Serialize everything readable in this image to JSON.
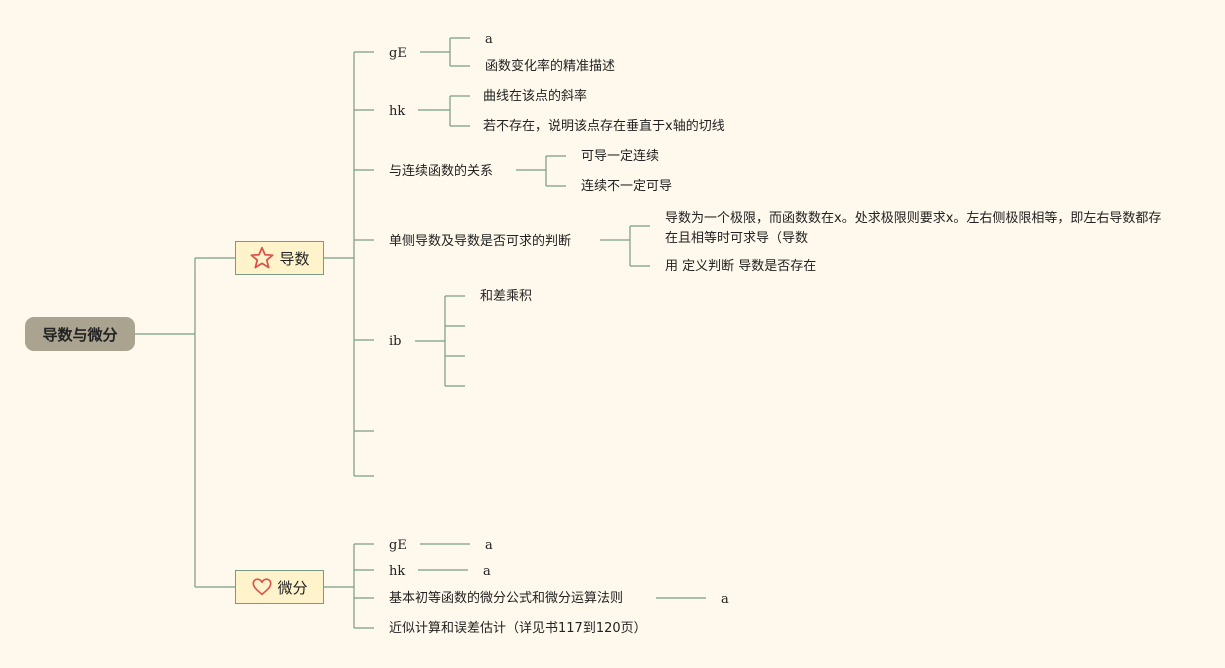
{
  "root": {
    "label": "导数与微分"
  },
  "branches": [
    {
      "label": "导数",
      "icon": "star-icon",
      "children": [
        {
          "label": "gE",
          "children": [
            "a",
            "函数变化率的精准描述"
          ]
        },
        {
          "label": "hk",
          "children": [
            "曲线在该点的斜率",
            "若不存在，说明该点存在垂直于x轴的切线"
          ]
        },
        {
          "label": "与连续函数的关系",
          "children": [
            "可导一定连续",
            "连续不一定可导"
          ]
        },
        {
          "label": "单侧导数及导数是否可求的判断",
          "children": [
            "导数为一个极限，而函数数在x。处求极限则要求x。左右侧极限相等，即左右导数都存在且相等时可求导（导数",
            "用 定义判断 导数是否存在"
          ]
        },
        {
          "label": "ib",
          "children": [
            "和差乘积"
          ]
        }
      ]
    },
    {
      "label": "微分",
      "icon": "heart-icon",
      "children": [
        {
          "label": "gE",
          "children": [
            "a"
          ]
        },
        {
          "label": "hk",
          "children": [
            "a"
          ]
        },
        {
          "label": "基本初等函数的微分公式和微分运算法则",
          "children": [
            "a"
          ]
        },
        {
          "label": "近似计算和误差估计（详见书117到120页）",
          "children": []
        }
      ]
    }
  ],
  "colors": {
    "background": "#fff8ec",
    "line": "#7a9a86",
    "root": "#a9a390",
    "branch_fill": "#fff3cc",
    "icon": "#d9534a"
  }
}
